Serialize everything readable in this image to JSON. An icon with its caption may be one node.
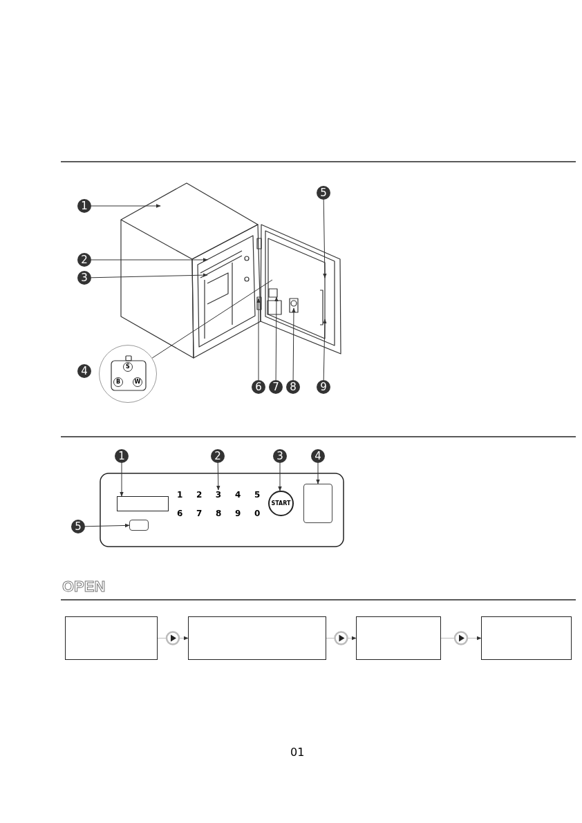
{
  "diagram": {
    "nodes": [
      {
        "text": [
          "1"
        ]
      },
      {
        "text": [
          "2"
        ]
      },
      {
        "text": [
          "3"
        ]
      },
      {
        "text": [
          "5"
        ]
      },
      {
        "text": [
          "6"
        ]
      },
      {
        "text": [
          "7"
        ]
      },
      {
        "text": [
          "8"
        ]
      },
      {
        "text": [
          "9"
        ]
      },
      {
        "text": [],
        "shape": "circle"
      },
      {
        "text": [
          "1"
        ]
      },
      {
        "text": [
          "2"
        ]
      },
      {
        "text": [
          "3"
        ]
      },
      {
        "text": [
          "4"
        ]
      },
      {
        "text": [
          "5"
        ]
      },
      {
        "text": [],
        "shape": "box"
      },
      {
        "text": [
          "START"
        ]
      },
      {
        "text": [],
        "shape": "box"
      },
      {
        "text": [],
        "shape": "box"
      },
      {
        "text": [],
        "shape": "box"
      },
      {
        "text": [],
        "shape": "box"
      },
      {
        "text": [],
        "shape": "box"
      },
      {
        "text": [],
        "shape": "box"
      },
      {
        "text": [
          "3"
        ]
      },
      {
        "text": [
          "4"
        ]
      }
    ],
    "edges": [
      {
        "from": 0,
        "to": null,
        "arrow": "to"
      },
      {
        "from": 1,
        "to": null,
        "arrow": "to"
      },
      {
        "from": 2,
        "to": null,
        "arrow": "to"
      },
      {
        "from": 3,
        "to": null,
        "arrow": "to"
      },
      {
        "from": 4,
        "to": null,
        "arrow": "to"
      },
      {
        "from": 5,
        "to": null,
        "arrow": "to"
      },
      {
        "from": 6,
        "to": null,
        "arrow": "to"
      },
      {
        "from": 7,
        "to": null,
        "arrow": "to"
      },
      {
        "from": 8,
        "to": null,
        "arrow": "none"
      },
      {
        "from": 9,
        "to": 14,
        "arrow": "to"
      },
      {
        "from": 10,
        "to": 22,
        "arrow": "to"
      },
      {
        "from": 11,
        "to": 15,
        "arrow": "to"
      },
      {
        "from": 12,
        "to": 16,
        "arrow": "to"
      },
      {
        "from": 13,
        "to": 17,
        "arrow": "to"
      },
      {
        "from": 18,
        "to": 19,
        "arrow": "to",
        "color": "#bbbbbb"
      },
      {
        "from": 19,
        "to": 20,
        "arrow": "to",
        "color": "#bbbbbb"
      },
      {
        "from": 20,
        "to": 21,
        "arrow": "to",
        "color": "#bbbbbb"
      }
    ],
    "labels": [
      "S",
      "B",
      "W",
      "1",
      "2",
      "4",
      "5",
      "6",
      "7",
      "8",
      "9",
      "0",
      "OPEN",
      "01"
    ]
  }
}
